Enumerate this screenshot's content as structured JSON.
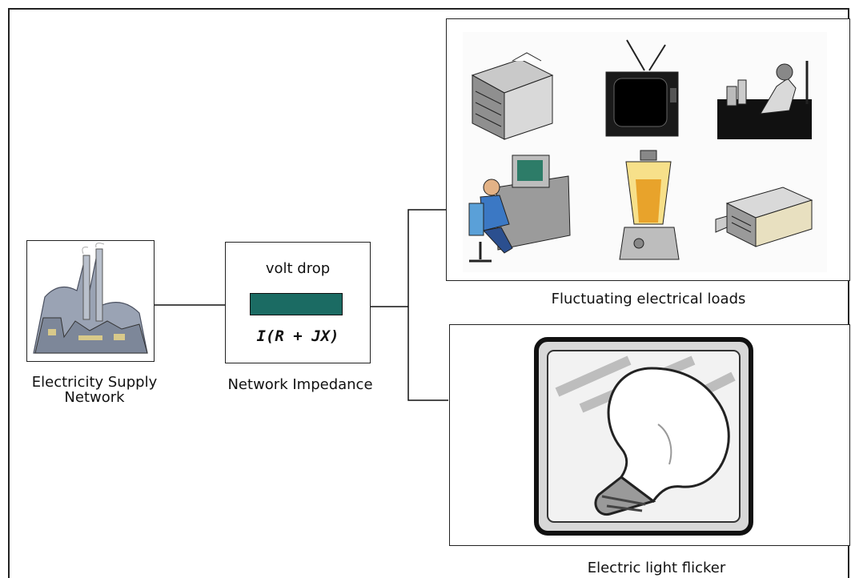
{
  "supply": {
    "label_line1": "Electricity Supply",
    "label_line2": "Network",
    "icon": "power-plant-icon"
  },
  "impedance": {
    "title": "volt drop",
    "formula": "I(R + JX)",
    "label": "Network Impedance",
    "color": "#1b6b63"
  },
  "loads": {
    "label": "Fluctuating electrical loads",
    "icons": [
      "photocopier-icon",
      "television-icon",
      "welder-icon",
      "computer-user-icon",
      "blender-icon",
      "printer-icon"
    ]
  },
  "flicker": {
    "label": "Electric light flicker",
    "icon": "light-bulb-icon"
  }
}
